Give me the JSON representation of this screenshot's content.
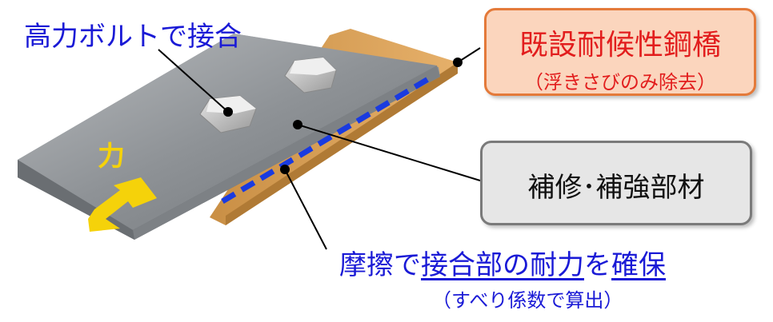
{
  "labels": {
    "bolt_joint": "高力ボルトで接合",
    "force": "力",
    "existing_bridge": "既設耐候性鋼橋",
    "existing_note": "（浮きさびのみ除去）",
    "repair_member": "補修･補強部材",
    "friction_pre": "摩擦で",
    "friction_joint": "接合部の耐力",
    "friction_mid": "を",
    "friction_post": "確保",
    "calc_note": "（すべり係数で算出）"
  },
  "colors": {
    "label_blue": "#1a1ad6",
    "arrow_yellow": "#f5d20a",
    "existing_text_red": "#e21d1d",
    "existing_box_fill": "#fbd5bd",
    "existing_box_border": "#e47a3a",
    "repair_box_fill": "#e6e6e6",
    "dashed_line_blue": "#1a3be0",
    "wood_plate": "#d8a25a"
  }
}
